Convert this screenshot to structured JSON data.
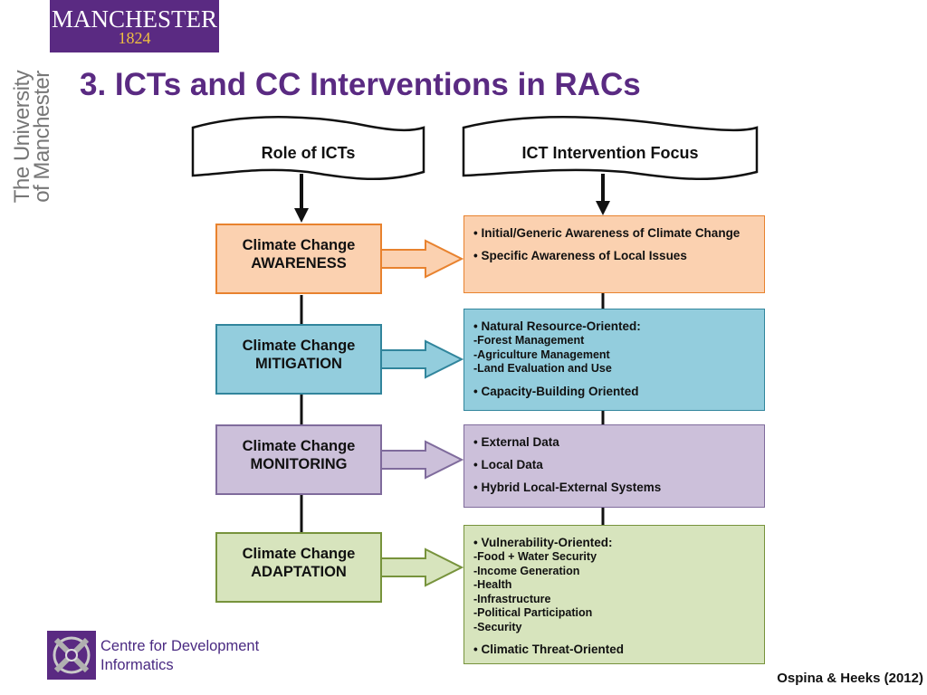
{
  "logo": {
    "line1": "MANCHESTER",
    "line2": "1824"
  },
  "vertical_text": {
    "line1": "The University",
    "line2": "of Manchester"
  },
  "title": "3. ICTs and CC Interventions in RACs",
  "headers": {
    "left": "Role of ICTs",
    "right": "ICT Intervention Focus"
  },
  "roles": [
    {
      "line1": "Climate Change",
      "line2": "AWARENESS",
      "color": "#fbd1b0",
      "border": "#e8822e"
    },
    {
      "line1": "Climate Change",
      "line2": "MITIGATION",
      "color": "#93cddd",
      "border": "#31859c"
    },
    {
      "line1": "Climate Change",
      "line2": "MONITORING",
      "color": "#ccc0da",
      "border": "#7f6b9c"
    },
    {
      "line1": "Climate Change",
      "line2": "ADAPTATION",
      "color": "#d7e4bd",
      "border": "#77933c"
    }
  ],
  "focus": [
    {
      "items": [
        "• Initial/Generic Awareness of Climate Change",
        "• Specific Awareness of Local Issues"
      ]
    },
    {
      "item1": "• Natural Resource-Oriented:",
      "subs": [
        "-Forest Management",
        "-Agriculture Management",
        "-Land Evaluation and Use"
      ],
      "item2": "• Capacity-Building Oriented"
    },
    {
      "items": [
        "• External Data",
        "• Local Data",
        "• Hybrid Local-External Systems"
      ]
    },
    {
      "item1": "• Vulnerability-Oriented:",
      "subs": [
        "-Food + Water Security",
        "-Income Generation",
        "-Health",
        "-Infrastructure",
        "-Political Participation",
        "-Security"
      ],
      "item2": "• Climatic Threat-Oriented"
    }
  ],
  "footer": {
    "centre_line1": "Centre for Development",
    "centre_line2": "Informatics",
    "citation": "Ospina & Heeks (2012)"
  }
}
